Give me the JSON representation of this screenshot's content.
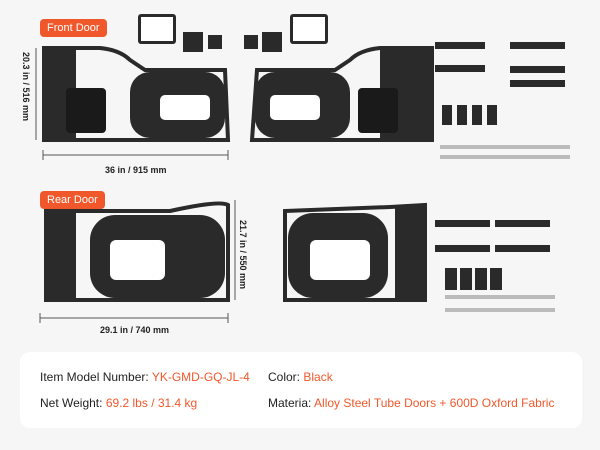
{
  "labels": {
    "front_door": "Front Door",
    "rear_door": "Rear Door"
  },
  "dimensions": {
    "front_height": "20.3 in / 516 mm",
    "front_width": "36 in / 915 mm",
    "rear_height": "21.7 in / 550 mm",
    "rear_width": "29.1 in / 740 mm"
  },
  "specs": {
    "model_label": "Item Model Number:",
    "model_value": "YK-GMD-GQ-JL-4",
    "color_label": "Color:",
    "color_value": "Black",
    "weight_label": "Net Weight:",
    "weight_value": "69.2 lbs / 31.4 kg",
    "material_label": "Materia:",
    "material_value": "Alloy Steel Tube Doors + 600D Oxford Fabric"
  },
  "colors": {
    "accent": "#f0582c",
    "frame": "#2a2a2a"
  }
}
